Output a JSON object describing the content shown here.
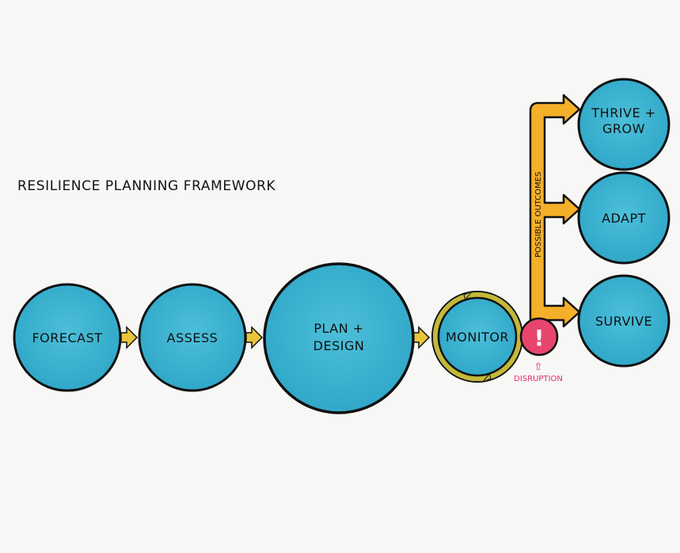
{
  "title": "RESILIENCE PLANNING FRAMEWORK",
  "colors": {
    "circle_fill": "#3bb3d2",
    "circle_stroke": "#111111",
    "arrow_fill": "#e8c53c",
    "outcome_arrow_fill": "#f5b02a",
    "monitor_ring": "#c4b83a",
    "disruption_fill": "#e8456e",
    "disruption_text": "#e0306a"
  },
  "stages": [
    {
      "id": "forecast",
      "label": "FORECAST"
    },
    {
      "id": "assess",
      "label": "ASSESS"
    },
    {
      "id": "plan-design",
      "label_lines": [
        "PLAN +",
        "DESIGN"
      ]
    },
    {
      "id": "monitor",
      "label": "MONITOR"
    }
  ],
  "disruption": {
    "icon": "exclamation-icon",
    "symbol": "!",
    "label": "DISRUPTION",
    "pointer": "⇧"
  },
  "outcomes_label": "POSSIBLE OUTCOMES",
  "outcomes": [
    {
      "id": "thrive-grow",
      "label_lines": [
        "THRIVE +",
        "GROW"
      ]
    },
    {
      "id": "adapt",
      "label_lines": [
        "ADAPT"
      ]
    },
    {
      "id": "survive",
      "label_lines": [
        "SURVIVE"
      ]
    }
  ]
}
